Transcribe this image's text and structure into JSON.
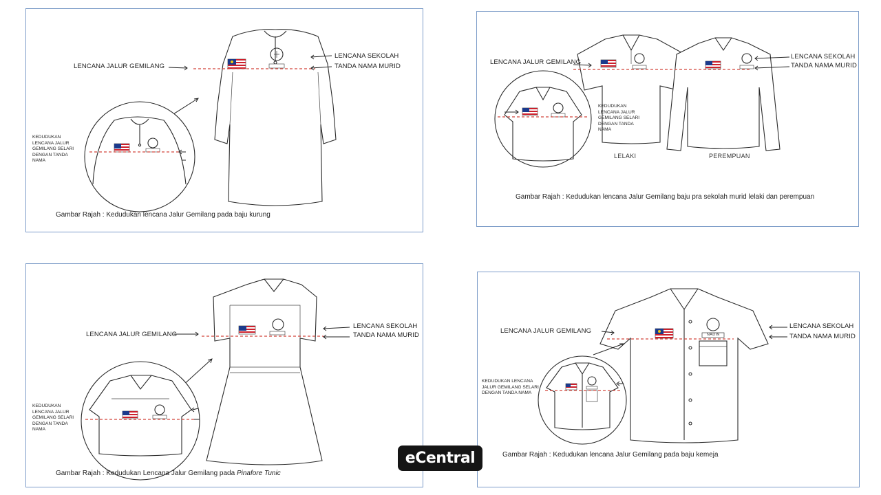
{
  "colors": {
    "frame": "#7b9bc8",
    "guide_line": "#d2433a",
    "flag_red": "#cc1f2b",
    "flag_blue": "#1b3a8c",
    "flag_yellow": "#f2c811"
  },
  "labels": {
    "flag_badge": "LENCANA JALUR GEMILANG",
    "school_badge": "LENCANA SEKOLAH",
    "name_tag": "TANDA NAMA MURID",
    "name_sample": "NADIN"
  },
  "note": {
    "position_stacked": "KEDUDUKAN\nLENCANA JALUR\nGEMILANG SELARI\nDENGAN TANDA\nNAMA",
    "position_wide": "KEDUDUKAN LENCANA\nJALUR GEMILANG SELARI\nDENGAN TANDA NAMA"
  },
  "panels": {
    "kurung": {
      "caption": "Gambar Rajah : Kedudukan lencana Jalur Gemilang pada baju kurung"
    },
    "prasekolah": {
      "caption": "Gambar Rajah : Kedudukan lencana Jalur Gemilang baju pra sekolah murid lelaki dan perempuan",
      "male": "LELAKI",
      "female": "PEREMPUAN"
    },
    "pinafore": {
      "caption_prefix": "Gambar Rajah : Kedudukan Lencana Jalur Gemilang pada ",
      "caption_em": "Pinafore Tunic"
    },
    "kemeja": {
      "caption": "Gambar Rajah : Kedudukan lencana Jalur Gemilang pada baju kemeja"
    }
  },
  "brand": {
    "logo": "eCentral"
  },
  "icons": [
    "flag-icon",
    "school-crest-icon",
    "name-tag-icon",
    "arrow-icon"
  ]
}
